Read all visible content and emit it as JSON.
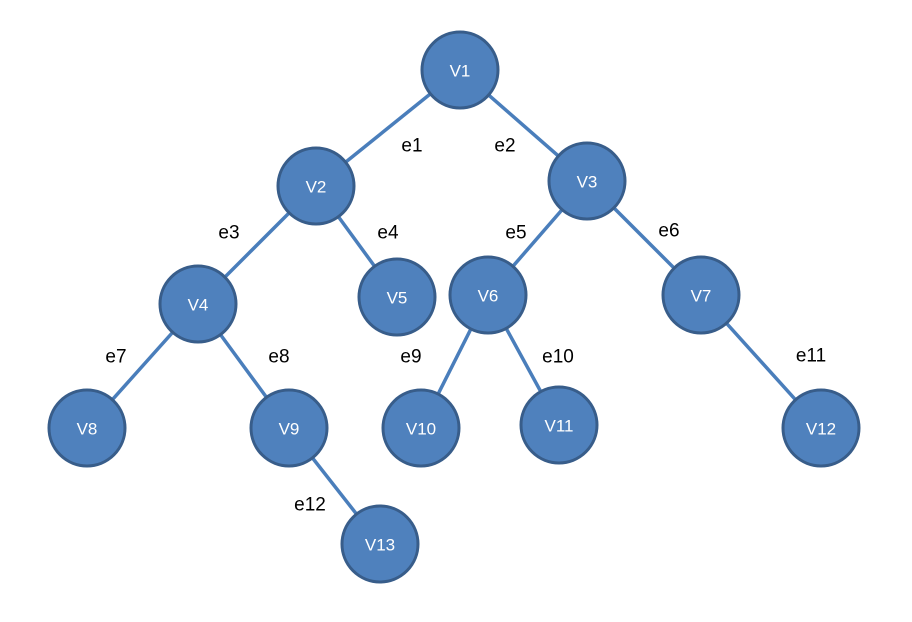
{
  "diagram": {
    "colors": {
      "node_fill": "#4f81bd",
      "node_stroke": "#385d8a",
      "edge": "#4a7ebb",
      "label_text": "#000000",
      "node_text": "#ffffff"
    },
    "nodes": [
      {
        "id": "v1",
        "label": "V1"
      },
      {
        "id": "v2",
        "label": "V2"
      },
      {
        "id": "v3",
        "label": "V3"
      },
      {
        "id": "v4",
        "label": "V4"
      },
      {
        "id": "v5",
        "label": "V5"
      },
      {
        "id": "v6",
        "label": "V6"
      },
      {
        "id": "v7",
        "label": "V7"
      },
      {
        "id": "v8",
        "label": "V8"
      },
      {
        "id": "v9",
        "label": "V9"
      },
      {
        "id": "v10",
        "label": "V10"
      },
      {
        "id": "v11",
        "label": "V11"
      },
      {
        "id": "v12",
        "label": "V12"
      },
      {
        "id": "v13",
        "label": "V13"
      }
    ],
    "edges": [
      {
        "id": "e1",
        "label": "e1",
        "from": "v1",
        "to": "v2"
      },
      {
        "id": "e2",
        "label": "e2",
        "from": "v1",
        "to": "v3"
      },
      {
        "id": "e3",
        "label": "e3",
        "from": "v2",
        "to": "v4"
      },
      {
        "id": "e4",
        "label": "e4",
        "from": "v2",
        "to": "v5"
      },
      {
        "id": "e5",
        "label": "e5",
        "from": "v3",
        "to": "v6"
      },
      {
        "id": "e6",
        "label": "e6",
        "from": "v3",
        "to": "v7"
      },
      {
        "id": "e7",
        "label": "e7",
        "from": "v4",
        "to": "v8"
      },
      {
        "id": "e8",
        "label": "e8",
        "from": "v4",
        "to": "v9"
      },
      {
        "id": "e9",
        "label": "e9",
        "from": "v6",
        "to": "v10"
      },
      {
        "id": "e10",
        "label": "e10",
        "from": "v6",
        "to": "v11"
      },
      {
        "id": "e11",
        "label": "e11",
        "from": "v7",
        "to": "v12"
      },
      {
        "id": "e12",
        "label": "e12",
        "from": "v9",
        "to": "v13"
      }
    ]
  }
}
